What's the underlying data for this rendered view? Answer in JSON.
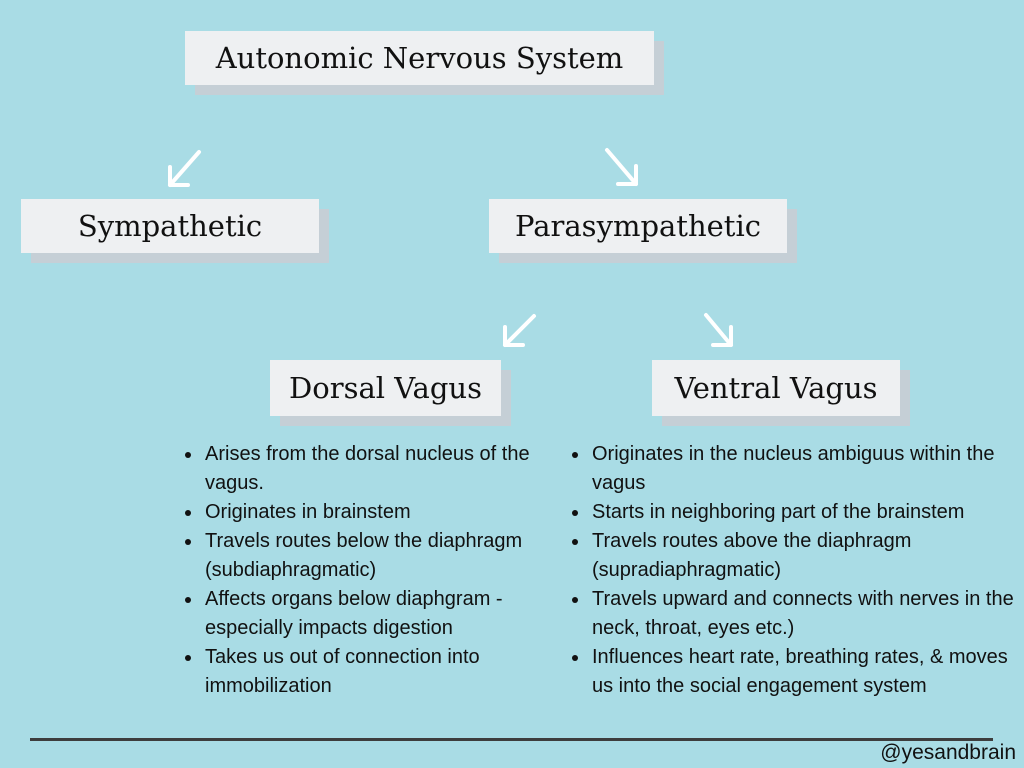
{
  "nodes": {
    "root": "Autonomic Nervous System",
    "sympathetic": "Sympathetic",
    "parasympathetic": "Parasympathetic",
    "dorsal": "Dorsal Vagus",
    "ventral": "Ventral Vagus"
  },
  "dorsal_points": [
    "Arises from the dorsal nucleus of the vagus.",
    "Originates in brainstem",
    "Travels routes below the diaphragm (subdiaphragmatic)",
    "Affects organs below diaphgram - especially impacts digestion",
    "Takes us out of connection into immobilization"
  ],
  "ventral_points": [
    "Originates in the nucleus ambiguus within the vagus",
    "Starts in neighboring part of the brainstem",
    "Travels routes above the diaphragm (supradiaphragmatic)",
    "Travels upward and connects with nerves in the neck, throat, eyes etc.)",
    "Influences heart rate, breathing rates, & moves us into the social engagement system"
  ],
  "footer": {
    "handle": "@yesandbrain"
  },
  "colors": {
    "background": "#a9dce5",
    "box": "#eef0f2",
    "box_shadow": "#c5cfd6",
    "arrow": "#ffffff"
  }
}
